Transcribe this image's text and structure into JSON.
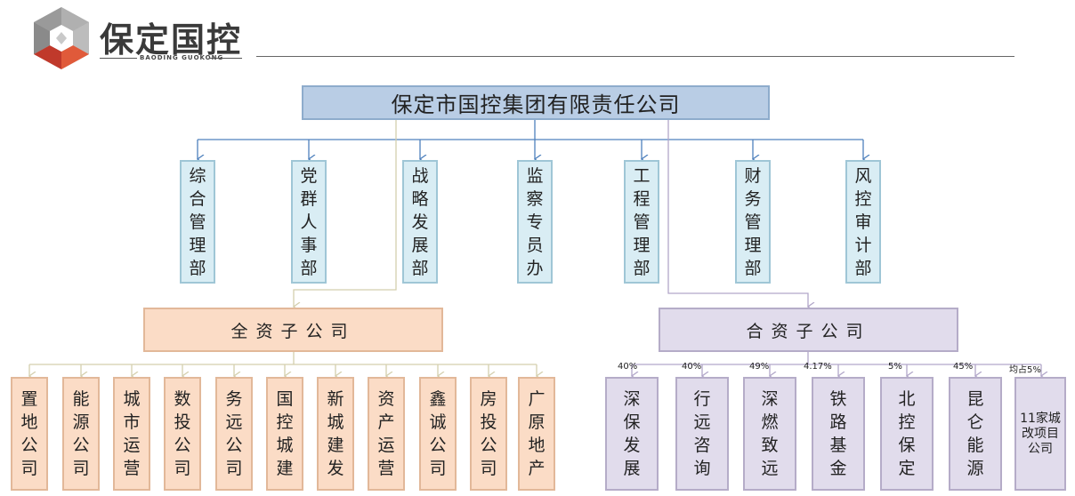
{
  "brand": {
    "name_cn": "保定国控",
    "name_en": "BAODING GUOKONG"
  },
  "root": {
    "label": "保定市国控集团有限责任公司"
  },
  "departments": [
    {
      "label": "综合管理部"
    },
    {
      "label": "党群人事部"
    },
    {
      "label": "战略发展部"
    },
    {
      "label": "监察专员办"
    },
    {
      "label": "工程管理部"
    },
    {
      "label": "财务管理部"
    },
    {
      "label": "风控审计部"
    }
  ],
  "groups": {
    "full": {
      "label": "全资子公司"
    },
    "joint": {
      "label": "合资子公司"
    }
  },
  "full_subsidiaries": [
    {
      "label": "置地公司"
    },
    {
      "label": "能源公司"
    },
    {
      "label": "城市运营"
    },
    {
      "label": "数投公司"
    },
    {
      "label": "务远公司"
    },
    {
      "label": "国控城建"
    },
    {
      "label": "新城建发"
    },
    {
      "label": "资产运营"
    },
    {
      "label": "鑫诚公司"
    },
    {
      "label": "房投公司"
    },
    {
      "label": "广原地产"
    }
  ],
  "joint_subsidiaries": [
    {
      "label": "深保发展",
      "pct": "40%"
    },
    {
      "label": "行远咨询",
      "pct": "40%"
    },
    {
      "label": "深燃致远",
      "pct": "49%"
    },
    {
      "label": "铁路基金",
      "pct": "4.17%"
    },
    {
      "label": "北控保定",
      "pct": "5%"
    },
    {
      "label": "昆仑能源",
      "pct": "45%"
    },
    {
      "label": "11家城改项目公司",
      "pct": "均占5%"
    }
  ],
  "colors": {
    "root": "#b9cde5",
    "dept": "#d9edf4",
    "full": "#fbdcc6",
    "joint": "#e1dcec",
    "blue_line": "#4f81bd",
    "full_line": "#d4cfae",
    "joint_line": "#b2a7c9"
  }
}
